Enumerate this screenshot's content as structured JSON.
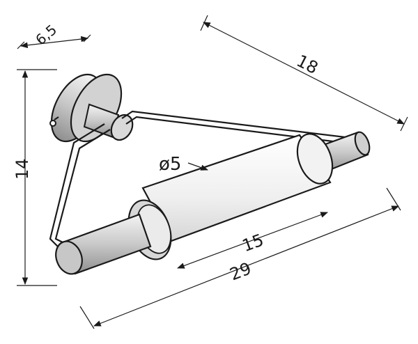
{
  "drawing": {
    "dimensions": {
      "depth": "6,5",
      "width": "18",
      "height": "14",
      "diameter": "ø5",
      "roll_length": "15",
      "total_length": "29"
    }
  },
  "colors": {
    "line": "#1a1a1a",
    "fill_light": "#e6e6e6",
    "fill_mid": "#bdbdbd",
    "background": "#ffffff"
  }
}
